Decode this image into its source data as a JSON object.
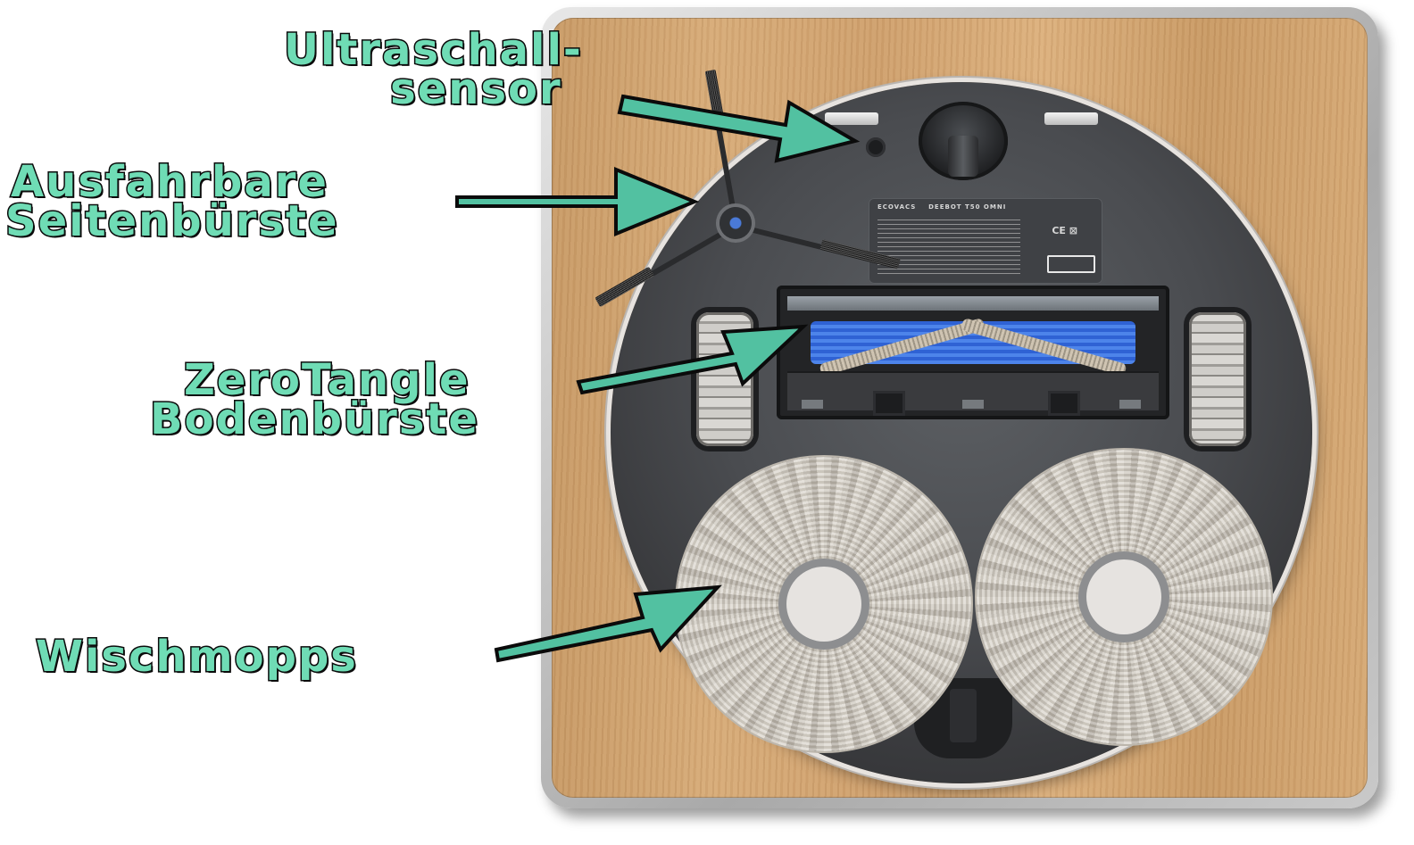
{
  "image": {
    "subject": "Robot vacuum underside (annotated)",
    "accent_color": "#6fdcb5",
    "arrow_color": "#52c1a1",
    "outline_color": "#0b0b0b",
    "frame_color": "#b0b0b0",
    "background_color": "#ffffff"
  },
  "robot_label": {
    "brand": "ECOVACS",
    "model": "DEEBOT T50 OMNI",
    "marks": "CE ⊠"
  },
  "callouts": [
    {
      "id": "ultrasonic-sensor",
      "lines": [
        "Ultraschall-",
        "sensor"
      ]
    },
    {
      "id": "side-brush",
      "lines": [
        "Ausfahrbare",
        "Seitenbürste"
      ]
    },
    {
      "id": "main-brush",
      "lines": [
        "ZeroTangle",
        "Bodenbürste"
      ]
    },
    {
      "id": "mop-pads",
      "lines": [
        "Wischmopps"
      ]
    }
  ]
}
